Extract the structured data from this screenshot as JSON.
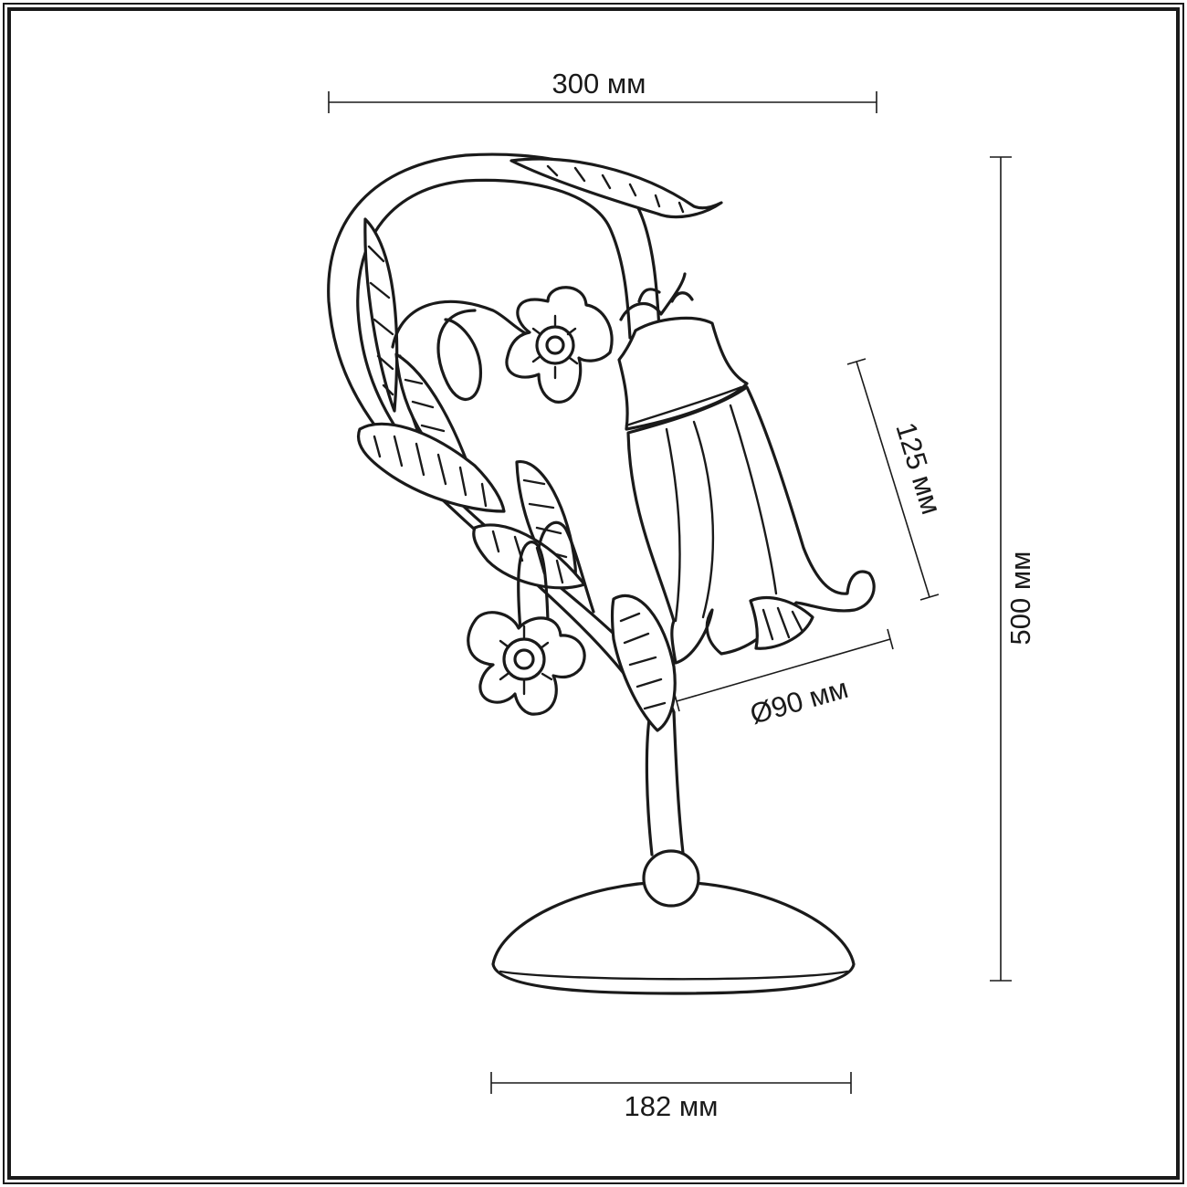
{
  "dimensions": {
    "width_top": "300 мм",
    "height": "500 мм",
    "shade_height": "125 мм",
    "shade_diameter": "Ø90 мм",
    "base_width": "182 мм"
  },
  "colors": {
    "ink": "#1a1a1a",
    "background": "#ffffff"
  }
}
